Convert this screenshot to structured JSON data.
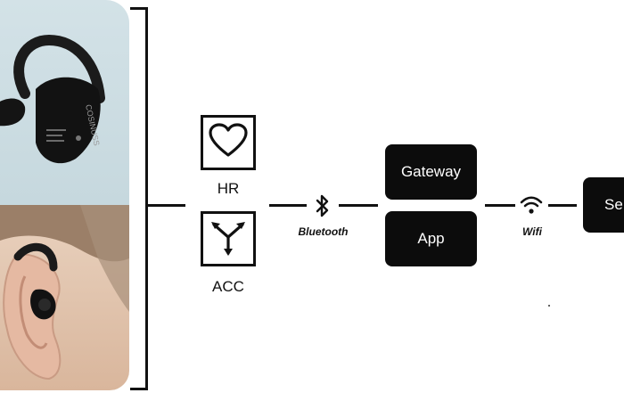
{
  "sensor": {
    "hr_label": "HR",
    "acc_label": "ACC",
    "device_brand": "COSINUSS"
  },
  "links": {
    "bluetooth_label": "Bluetooth",
    "wifi_label": "Wifi"
  },
  "boxes": {
    "gateway_label": "Gateway",
    "app_label": "App",
    "server_label": "Se"
  },
  "icons": {
    "hr": "heart-icon",
    "acc": "three-axis-arrows-icon",
    "bluetooth": "bluetooth-icon",
    "wifi": "wifi-icon"
  },
  "colors": {
    "box_fill": "#0c0c0c",
    "box_text": "#ffffff",
    "line": "#111111"
  }
}
